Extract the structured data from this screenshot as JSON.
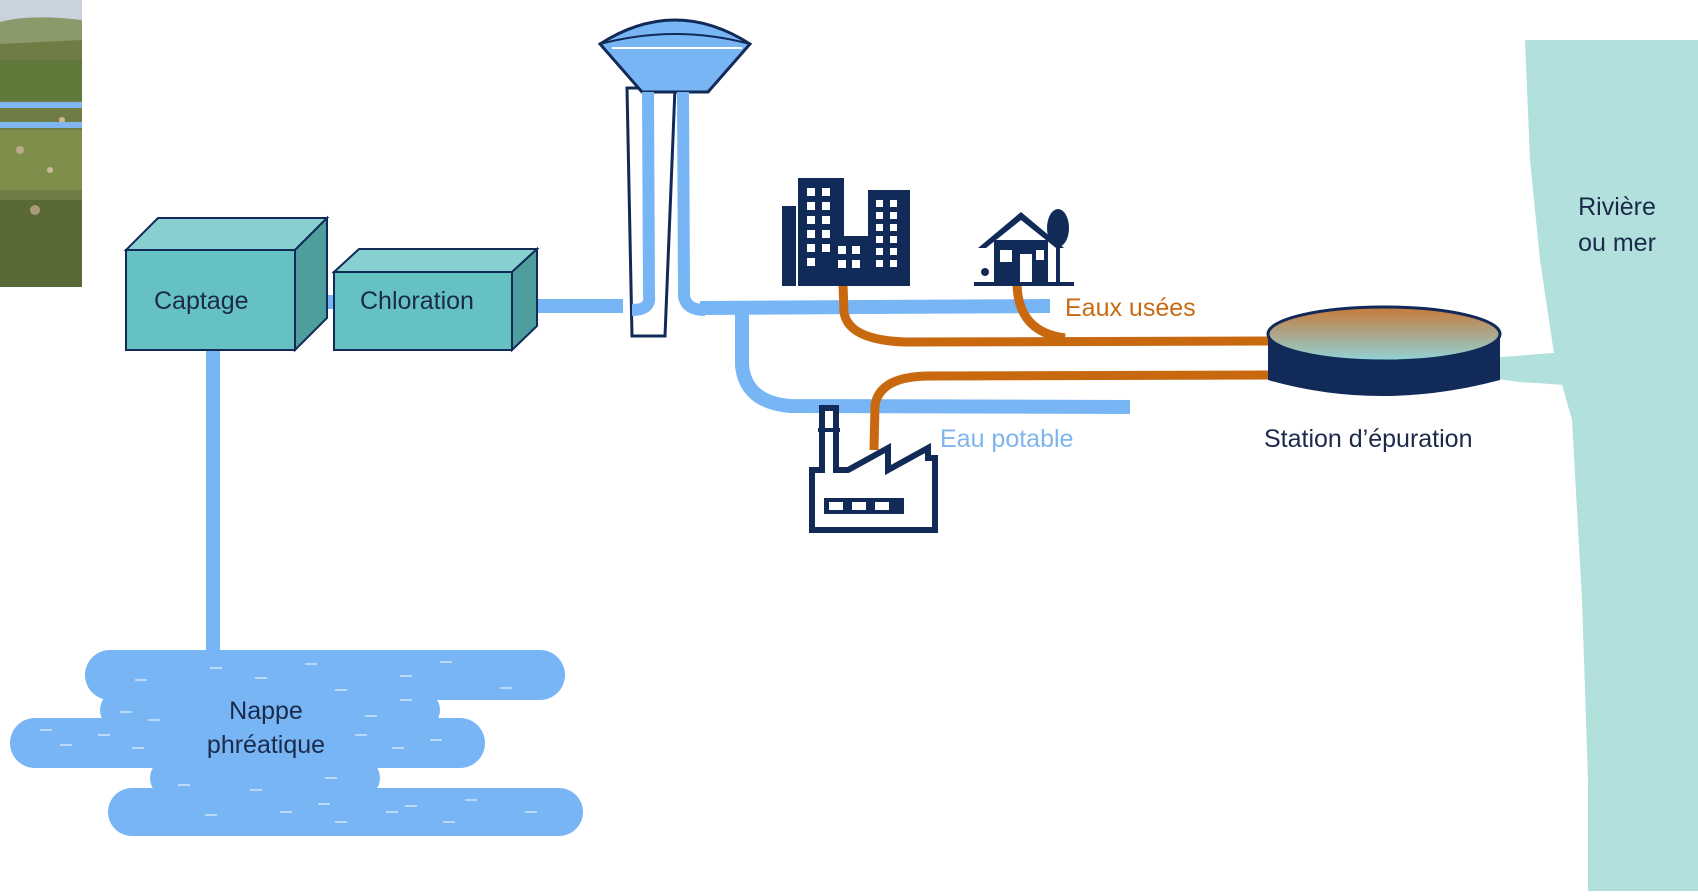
{
  "labels": {
    "captage": "Captage",
    "chloration": "Chloration",
    "eaux_usees": "Eaux usées",
    "eau_potable": "Eau potable",
    "station": "Station d’épuration",
    "riviere_line1": "Rivière",
    "riviere_line2": "ou mer",
    "nappe_line1": "Nappe",
    "nappe_line2": "phréatique"
  },
  "colors": {
    "eau_potable": "#78b5f5",
    "eaux_usees": "#c8690f",
    "box_front": "#66c2c2",
    "box_top": "#88d0d0",
    "box_side": "#4f9e9e",
    "navy": "#122a57",
    "river": "#b2e0dd"
  },
  "icons": [
    "landscape-photo",
    "water-tower-icon",
    "buildings-icon",
    "house-icon",
    "factory-icon",
    "treatment-plant-icon"
  ]
}
